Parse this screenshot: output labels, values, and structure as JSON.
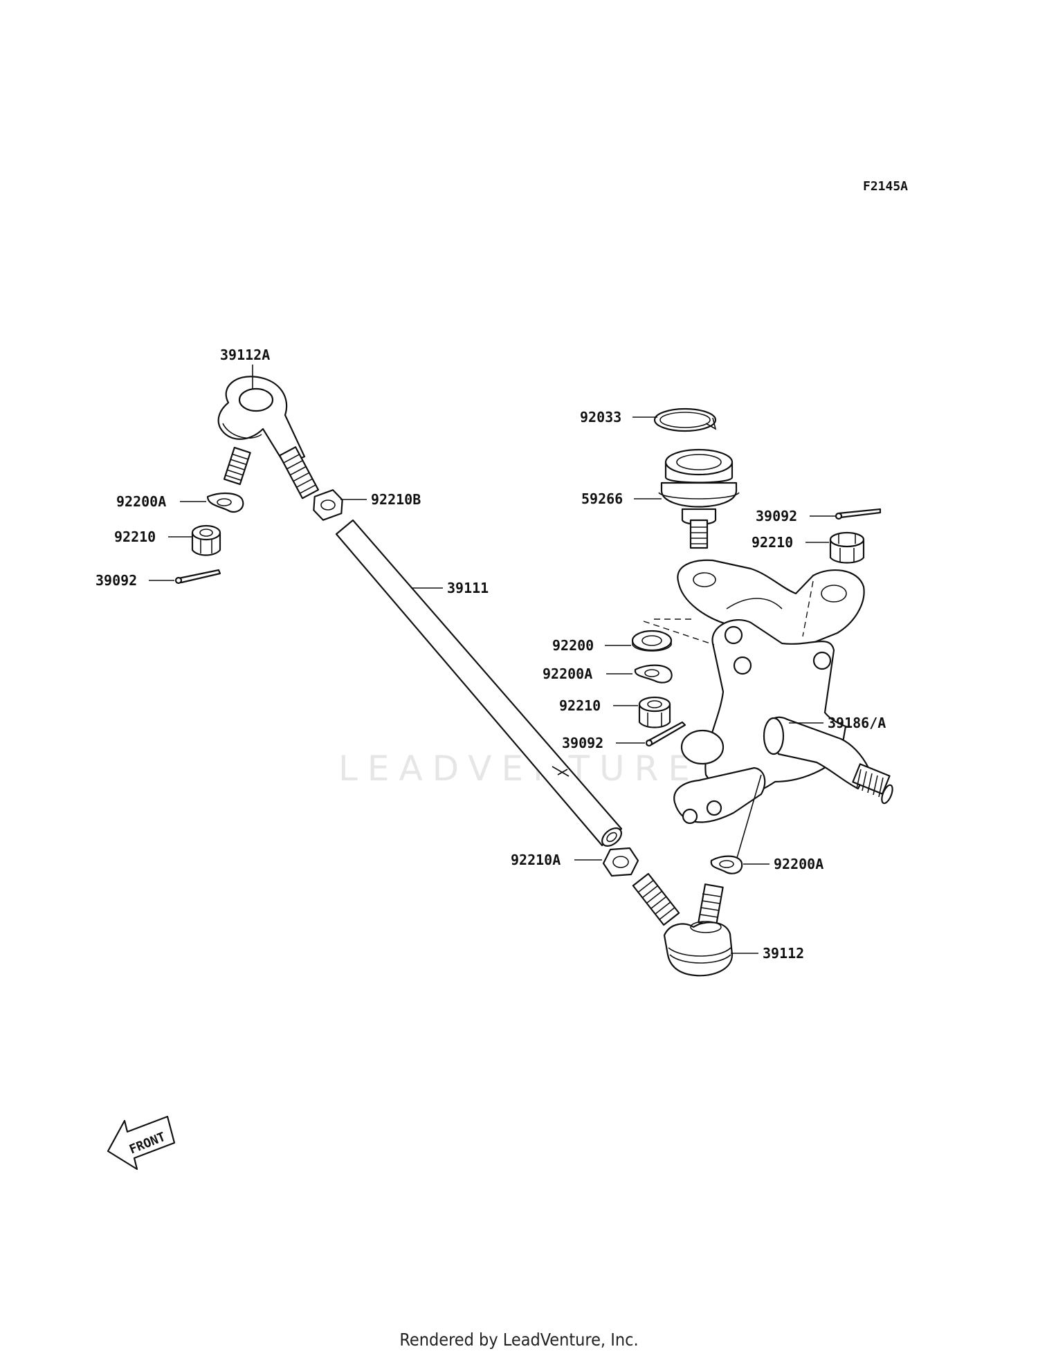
{
  "diagram_code": "F2145A",
  "watermark": "LEADVENTURE",
  "front_label": "FRONT",
  "footer": "Rendered by LeadVenture, Inc.",
  "labels": {
    "tie_rod_end_a": "39112A",
    "washer_a_left": "92200A",
    "nut_left": "92210",
    "cotter_left": "39092",
    "locknut_b": "92210B",
    "tie_rod": "39111",
    "circlip": "92033",
    "ball_joint": "59266",
    "cotter_right_top": "39092",
    "nut_right_top": "92210",
    "washer_mid": "92200",
    "washer_a_mid": "92200A",
    "nut_mid": "92210",
    "cotter_mid": "39092",
    "knuckle": "39186/A",
    "locknut_a": "92210A",
    "washer_a_right": "92200A",
    "tie_rod_end": "39112"
  },
  "colors": {
    "line": "#111111",
    "background": "#ffffff",
    "watermark": "#e6e6e6"
  }
}
